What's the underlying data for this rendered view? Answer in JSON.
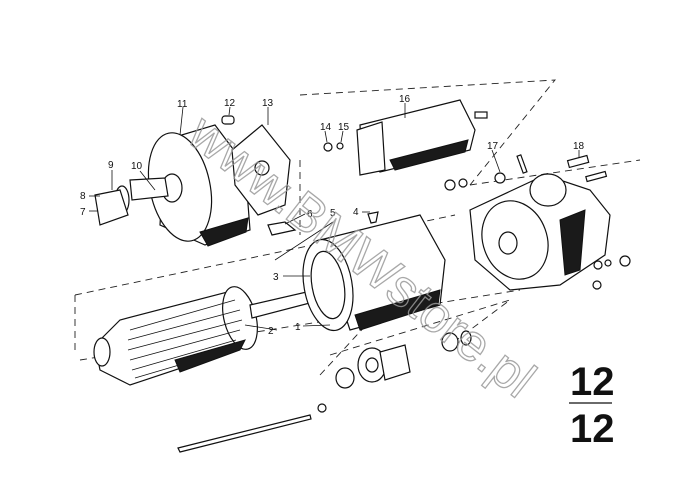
{
  "diagram": {
    "title": "Starter motor exploded view",
    "callouts": [
      "1",
      "2",
      "3",
      "4",
      "5",
      "6",
      "7",
      "8",
      "9",
      "10",
      "11",
      "12",
      "13",
      "14",
      "15",
      "16",
      "17",
      "18"
    ],
    "page_number_top": "12",
    "page_number_bottom": "12",
    "watermark": "www.BMWstore.pl"
  }
}
